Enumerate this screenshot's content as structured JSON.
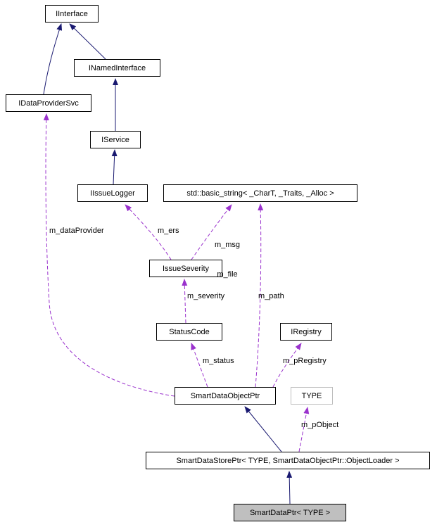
{
  "diagram": {
    "type": "class-collaboration-graph",
    "colors": {
      "background": "#ffffff",
      "node_border": "#000000",
      "node_fill": "#ffffff",
      "current_node_fill": "#bfbfbf",
      "template_node_border": "#bebebe",
      "inheritance_edge": "#191970",
      "usage_edge": "#9a32cd",
      "text": "#000000"
    },
    "nodes": {
      "iinterface": {
        "label": "IInterface"
      },
      "inamedinterface": {
        "label": "INamedInterface"
      },
      "idataprovidersvc": {
        "label": "IDataProviderSvc"
      },
      "iservice": {
        "label": "IService"
      },
      "iissuelogger": {
        "label": "IIssueLogger"
      },
      "basicstring": {
        "label": "std::basic_string< _CharT, _Traits, _Alloc >"
      },
      "issueseverity": {
        "label": "IssueSeverity"
      },
      "statuscode": {
        "label": "StatusCode"
      },
      "iregistry": {
        "label": "IRegistry"
      },
      "smartdataobjectptr": {
        "label": "SmartDataObjectPtr"
      },
      "type": {
        "label": "TYPE"
      },
      "smartdatastoreptr": {
        "label": "SmartDataStorePtr< TYPE, SmartDataObjectPtr::ObjectLoader >"
      },
      "smartdataptr": {
        "label": "SmartDataPtr< TYPE >"
      }
    },
    "edge_labels": {
      "dataProvider": "m_dataProvider",
      "ers": "m_ers",
      "msg": "m_msg",
      "file": "m_file",
      "severity": "m_severity",
      "path": "m_path",
      "status": "m_status",
      "pRegistry": "m_pRegistry",
      "pObject": "m_pObject"
    }
  }
}
